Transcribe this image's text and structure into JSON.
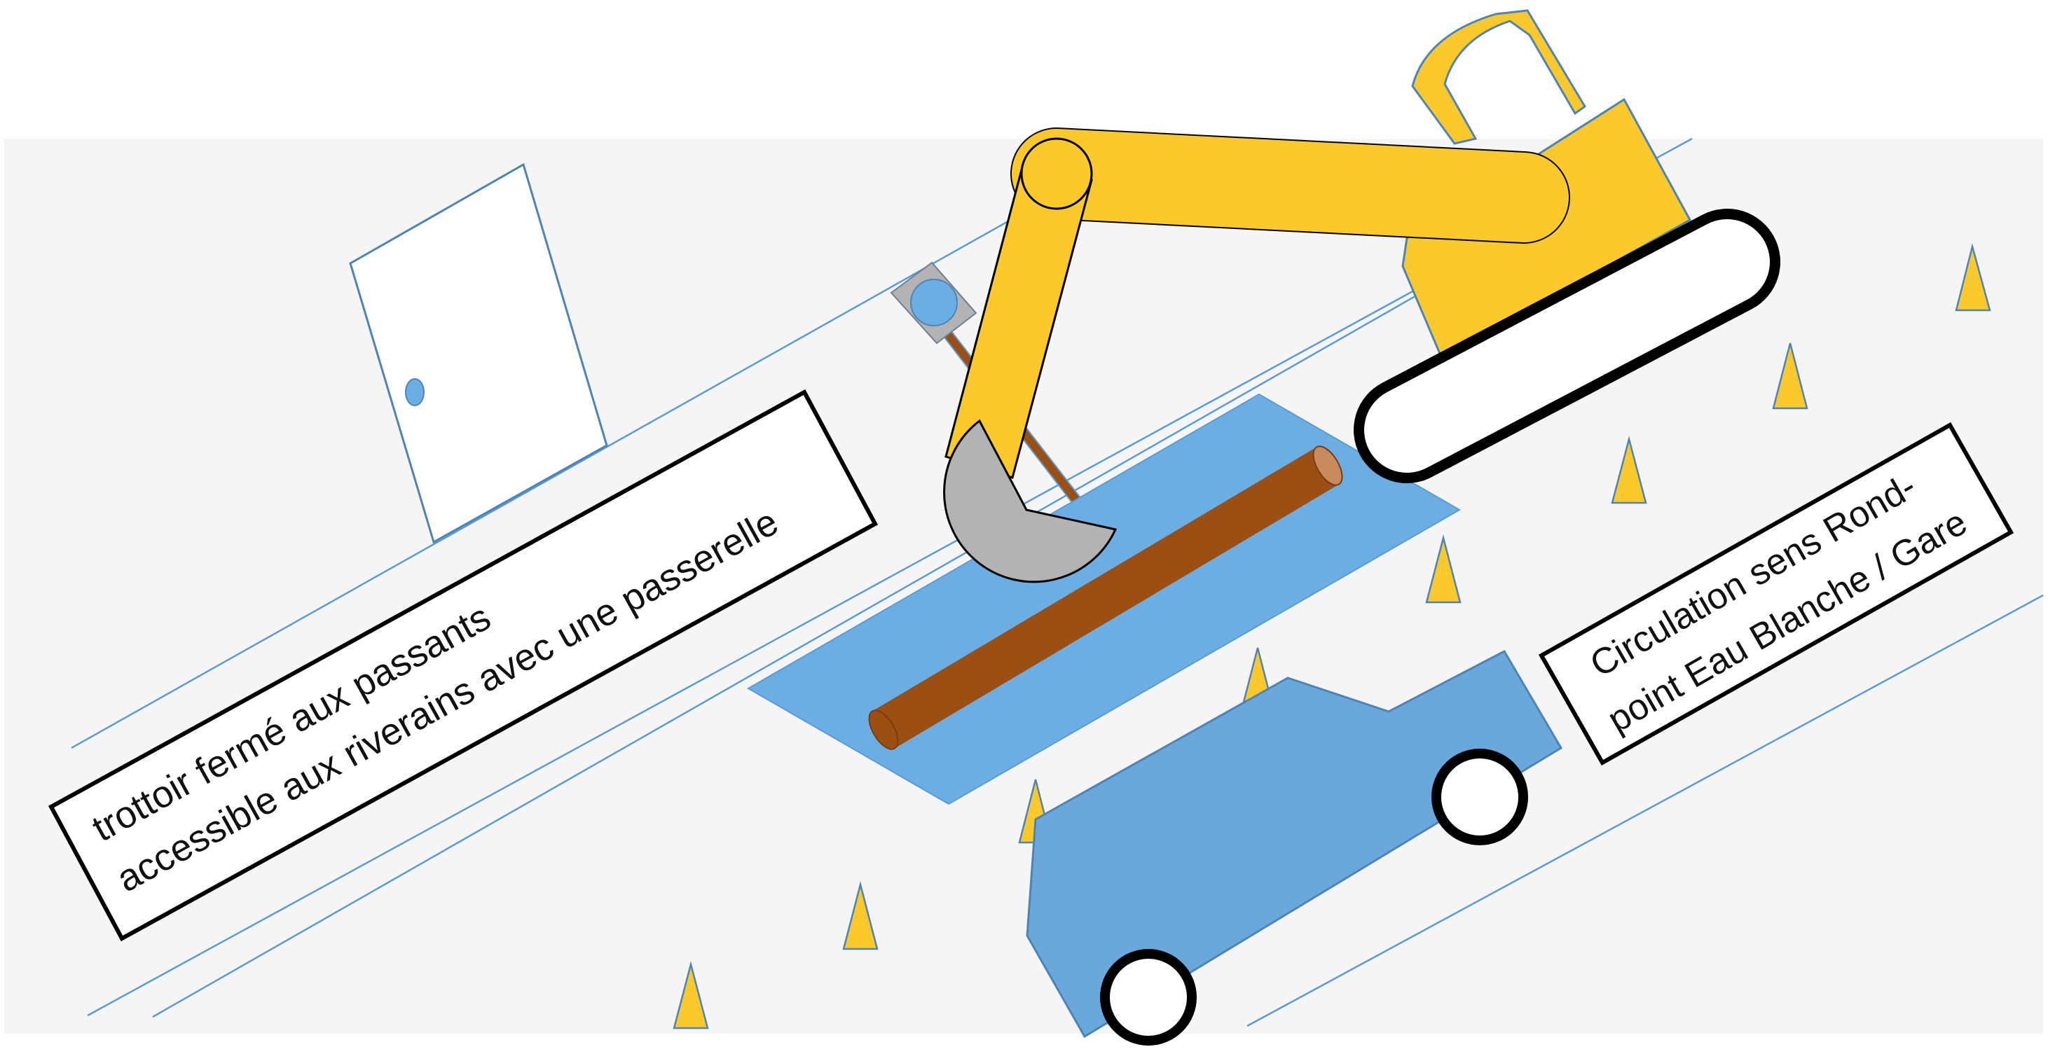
{
  "signs": {
    "left": {
      "line1": "trottoir fermé aux passants",
      "line2": "accessible aux riverains avec une passerelle"
    },
    "right": {
      "line1": "Circulation sens Rond-",
      "line2": "point Eau Blanche / Gare"
    }
  },
  "colors": {
    "ground": "#f5f5f5",
    "lines": "#5b9bd5",
    "excavator_yellow": "#fcc92c",
    "trench_blue": "#6aaee3",
    "pipe_brown": "#9b4f13",
    "car_blue": "#6aa8db",
    "bucket_gray": "#b3b3b3",
    "cone_yellow": "#fcc92c"
  },
  "icons": {
    "door": "door-icon",
    "door_knob": "door-knob-icon",
    "traffic_sign": "traffic-sign-icon",
    "excavator": "excavator-icon",
    "car": "car-icon",
    "cone": "traffic-cone-icon",
    "pipe": "pipe-icon"
  }
}
